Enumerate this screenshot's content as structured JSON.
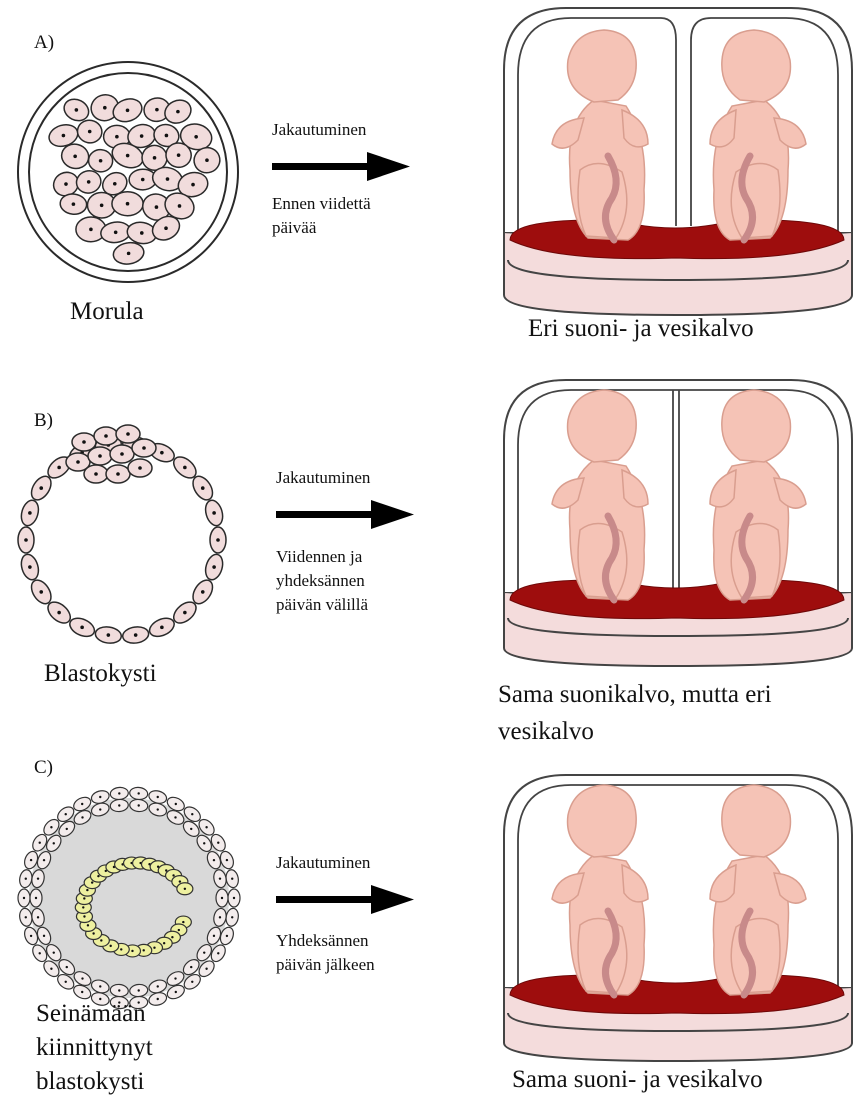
{
  "colors": {
    "cell_fill": "#f1dcdc",
    "cell_stroke": "#2a2a2a",
    "fetus": "#f5c3b6",
    "fetus_stroke": "#d99e8f",
    "cord": "#c88a8a",
    "placenta": "#9e0d0d",
    "chorion_fill": "#f4dcdc",
    "inner_mass_fill": "#eef0a0",
    "cavity_gray": "#d9d9d9"
  },
  "panels": [
    {
      "letter": "A)",
      "stage": "Morula",
      "process": "Jakautuminen",
      "timing": [
        "Ennen viidettä",
        "päivää"
      ],
      "result": [
        "Eri suoni- ja vesikalvo"
      ]
    },
    {
      "letter": "B)",
      "stage": "Blastokysti",
      "process": "Jakautuminen",
      "timing": [
        "Viidennen ja",
        "yhdeksännen",
        "päivän välillä"
      ],
      "result": [
        "Sama suonikalvo, mutta eri",
        "vesikalvo"
      ]
    },
    {
      "letter": "C)",
      "stage": [
        "Seinämään",
        "kiinnittynyt",
        "blastokysti"
      ],
      "process": "Jakautuminen",
      "timing": [
        "Yhdeksännen",
        "päivän jälkeen"
      ],
      "result": [
        "Sama suoni- ja vesikalvo"
      ]
    }
  ]
}
